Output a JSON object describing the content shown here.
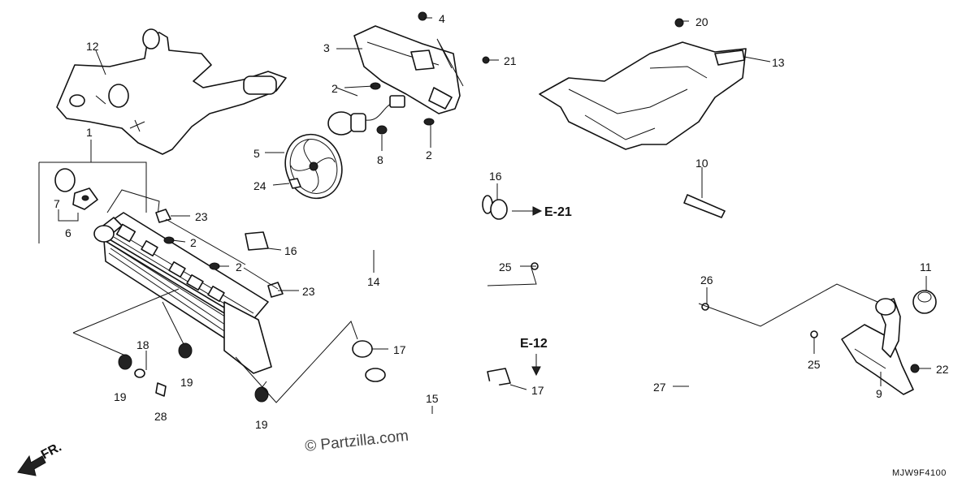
{
  "diagram": {
    "callouts": [
      "1",
      "2",
      "3",
      "4",
      "5",
      "6",
      "7",
      "8",
      "9",
      "10",
      "11",
      "12",
      "13",
      "14",
      "15",
      "16",
      "17",
      "18",
      "19",
      "20",
      "21",
      "22",
      "23",
      "24",
      "25",
      "26",
      "27",
      "28"
    ],
    "labels": {
      "c12": "12",
      "c1": "1",
      "c7": "7",
      "c6": "6",
      "c3": "3",
      "c4": "4",
      "c20": "20",
      "c21": "21",
      "c13": "13",
      "c2a": "2",
      "c2b": "2",
      "c2c": "2",
      "c2d": "2",
      "c5": "5",
      "c8": "8",
      "c24": "24",
      "c23a": "23",
      "c23b": "23",
      "c16a": "16",
      "c16b": "16",
      "c10": "10",
      "c25a": "25",
      "c25b": "25",
      "c14": "14",
      "c11": "11",
      "c26": "26",
      "c17a": "17",
      "c17b": "17",
      "c18": "18",
      "c19a": "19",
      "c19b": "19",
      "c19c": "19",
      "c28": "28",
      "c15": "15",
      "c27": "27",
      "c9": "9",
      "c22": "22"
    },
    "references": {
      "e21": "E-21",
      "e12": "E-12"
    },
    "direction_label": "FR.",
    "watermark": "© Partzilla.com",
    "figure_code": "MJW9F4100"
  }
}
